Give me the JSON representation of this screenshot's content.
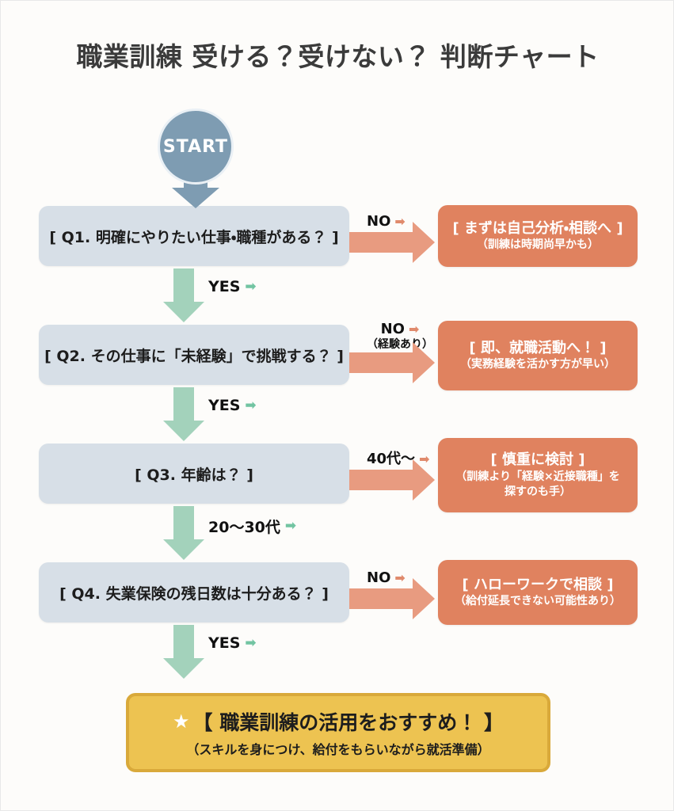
{
  "title": "職業訓練 受ける？受けない？ 判断チャート",
  "start": {
    "label": "START",
    "icon": "down-arrow-icon"
  },
  "questions": [
    {
      "id": "q1",
      "text": "[ Q1. 明確にやりたい仕事・職種がある？ ]"
    },
    {
      "id": "q2",
      "text": "[ Q2. その仕事に「未経験」で挑戦する？ ]"
    },
    {
      "id": "q3",
      "text": "[ Q3. 年齢は？ ]"
    },
    {
      "id": "q4",
      "text": "[ Q4. 失業保険の残日数は十分ある？ ]"
    }
  ],
  "yes_branches": [
    {
      "label": "YES",
      "arrow_glyph": "➡"
    },
    {
      "label": "YES",
      "arrow_glyph": "➡"
    },
    {
      "label": "20〜30代",
      "arrow_glyph": "➡"
    },
    {
      "label": "YES",
      "arrow_glyph": "➡"
    }
  ],
  "no_branches": [
    {
      "label": "NO",
      "sublabel": "",
      "arrow_glyph": "➡"
    },
    {
      "label": "NO",
      "sublabel": "（経験あり）",
      "arrow_glyph": "➡"
    },
    {
      "label": "40代〜",
      "sublabel": "",
      "arrow_glyph": "➡"
    },
    {
      "label": "NO",
      "sublabel": "",
      "arrow_glyph": "➡"
    }
  ],
  "outcomes": [
    {
      "title": "[ まずは自己分析・相談へ ]",
      "sub": "（訓練は時期尚早かも）"
    },
    {
      "title": "[ 即、就職活動へ！ ]",
      "sub": "（実務経験を活かす方が早い）"
    },
    {
      "title": "[ 慎重に検討 ]",
      "sub": "（訓練より「経験×近接職種」を探すのも手）"
    },
    {
      "title": "[ ハローワークで相談 ]",
      "sub": "（給付延長できない可能性あり）"
    }
  ],
  "final": {
    "star": "★",
    "title": "【 職業訓練の活用をおすすめ！ 】",
    "sub": "（スキルを身につけ、給付をもらいながら就活準備）"
  },
  "colors": {
    "background": "#fdfcfa",
    "question_box": "#d7dfe7",
    "outcome_box": "#e0825f",
    "arrow_orange": "#e89b80",
    "arrow_green": "#a3d2bb",
    "start_node": "#7e9cb2",
    "final_box": "#edc351",
    "final_border": "#d9a93a",
    "title_text": "#3b3b3b"
  }
}
